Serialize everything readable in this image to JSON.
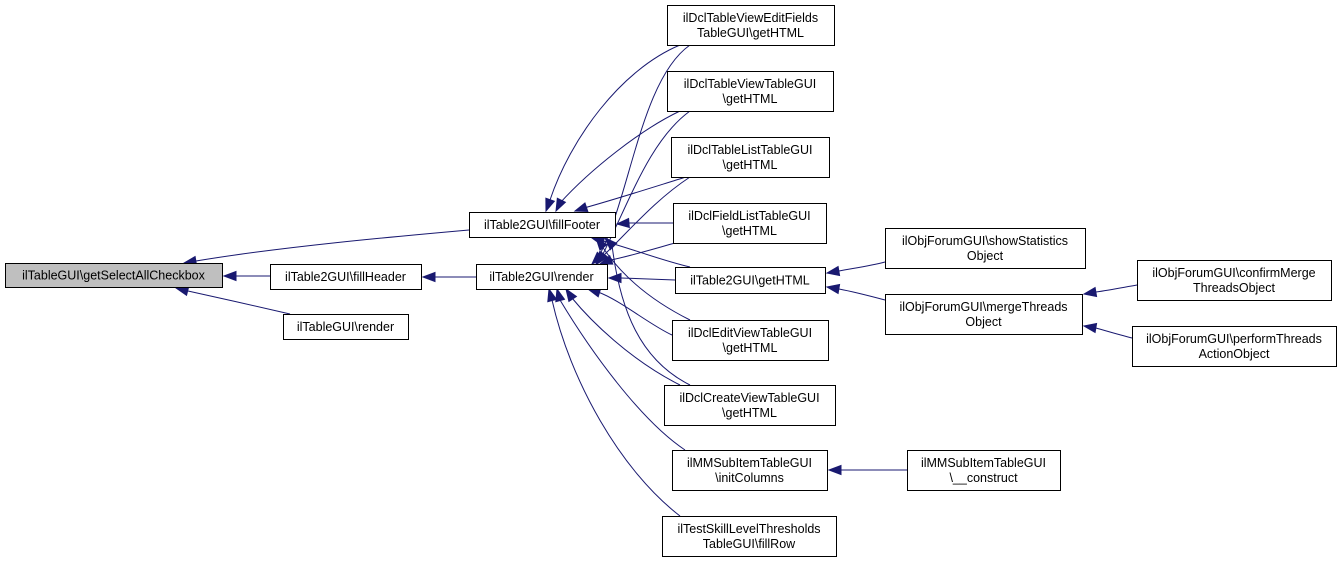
{
  "diagram": {
    "type": "call-graph",
    "direction": "right-to-left",
    "colors": {
      "edge": "#191970",
      "root_fill": "#bfbfbf",
      "node_fill": "#ffffff",
      "node_border": "#000000"
    },
    "nodes": [
      {
        "id": "root",
        "lines": [
          "ilTableGUI\\getSelectAllCheckbox"
        ],
        "root": true
      },
      {
        "id": "fillFooter",
        "lines": [
          "ilTable2GUI\\fillFooter"
        ]
      },
      {
        "id": "fillHeader",
        "lines": [
          "ilTable2GUI\\fillHeader"
        ]
      },
      {
        "id": "tableGuiRender",
        "lines": [
          "ilTableGUI\\render"
        ]
      },
      {
        "id": "table2Render",
        "lines": [
          "ilTable2GUI\\render"
        ]
      },
      {
        "id": "dclEditFields",
        "lines": [
          "ilDclTableViewEditFields",
          "TableGUI\\getHTML"
        ]
      },
      {
        "id": "dclTableView",
        "lines": [
          "ilDclTableViewTableGUI",
          "\\getHTML"
        ]
      },
      {
        "id": "dclTableList",
        "lines": [
          "ilDclTableListTableGUI",
          "\\getHTML"
        ]
      },
      {
        "id": "dclFieldList",
        "lines": [
          "ilDclFieldListTableGUI",
          "\\getHTML"
        ]
      },
      {
        "id": "table2GetHTML",
        "lines": [
          "ilTable2GUI\\getHTML"
        ]
      },
      {
        "id": "dclEditView",
        "lines": [
          "ilDclEditViewTableGUI",
          "\\getHTML"
        ]
      },
      {
        "id": "dclCreateView",
        "lines": [
          "ilDclCreateViewTableGUI",
          "\\getHTML"
        ]
      },
      {
        "id": "mmInitColumns",
        "lines": [
          "ilMMSubItemTableGUI",
          "\\initColumns"
        ]
      },
      {
        "id": "testSkillFillRow",
        "lines": [
          "ilTestSkillLevelThresholds",
          "TableGUI\\fillRow"
        ]
      },
      {
        "id": "forumShowStats",
        "lines": [
          "ilObjForumGUI\\showStatistics",
          "Object"
        ]
      },
      {
        "id": "forumMergeThreads",
        "lines": [
          "ilObjForumGUI\\mergeThreads",
          "Object"
        ]
      },
      {
        "id": "forumConfirmMerge",
        "lines": [
          "ilObjForumGUI\\confirmMerge",
          "ThreadsObject"
        ]
      },
      {
        "id": "forumPerformThreads",
        "lines": [
          "ilObjForumGUI\\performThreads",
          "ActionObject"
        ]
      },
      {
        "id": "mmConstruct",
        "lines": [
          "ilMMSubItemTableGUI",
          "\\__construct"
        ]
      }
    ],
    "edges": [
      {
        "from": "fillFooter",
        "to": "root"
      },
      {
        "from": "fillHeader",
        "to": "root"
      },
      {
        "from": "tableGuiRender",
        "to": "root"
      },
      {
        "from": "table2Render",
        "to": "fillHeader"
      },
      {
        "from": "dclEditFields",
        "to": "fillFooter"
      },
      {
        "from": "dclTableView",
        "to": "fillFooter"
      },
      {
        "from": "dclTableList",
        "to": "fillFooter"
      },
      {
        "from": "dclFieldList",
        "to": "fillFooter"
      },
      {
        "from": "table2GetHTML",
        "to": "fillFooter"
      },
      {
        "from": "dclEditView",
        "to": "fillFooter"
      },
      {
        "from": "dclCreateView",
        "to": "fillFooter"
      },
      {
        "from": "dclEditFields",
        "to": "table2Render"
      },
      {
        "from": "dclTableView",
        "to": "table2Render"
      },
      {
        "from": "dclTableList",
        "to": "table2Render"
      },
      {
        "from": "dclFieldList",
        "to": "table2Render"
      },
      {
        "from": "table2GetHTML",
        "to": "table2Render"
      },
      {
        "from": "dclEditView",
        "to": "table2Render"
      },
      {
        "from": "dclCreateView",
        "to": "table2Render"
      },
      {
        "from": "mmInitColumns",
        "to": "table2Render"
      },
      {
        "from": "testSkillFillRow",
        "to": "table2Render"
      },
      {
        "from": "forumShowStats",
        "to": "table2GetHTML"
      },
      {
        "from": "forumMergeThreads",
        "to": "table2GetHTML"
      },
      {
        "from": "forumConfirmMerge",
        "to": "forumMergeThreads"
      },
      {
        "from": "forumPerformThreads",
        "to": "forumMergeThreads"
      },
      {
        "from": "mmConstruct",
        "to": "mmInitColumns"
      }
    ]
  }
}
